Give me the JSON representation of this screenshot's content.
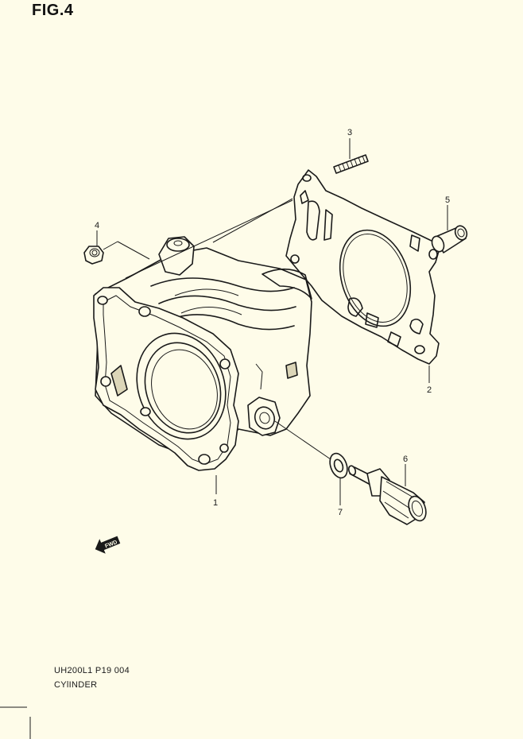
{
  "figure": {
    "title": "FIG.4"
  },
  "parts": [
    {
      "number": "1"
    },
    {
      "number": "2"
    },
    {
      "number": "3"
    },
    {
      "number": "4"
    },
    {
      "number": "5"
    },
    {
      "number": "6"
    },
    {
      "number": "7"
    }
  ],
  "direction_badge": {
    "label": "FWD"
  },
  "footer": {
    "code": "UH200L1 P19  004",
    "name": "CYlINDER"
  },
  "colors": {
    "background": "#fefce9",
    "ink": "#1a1a1a"
  }
}
